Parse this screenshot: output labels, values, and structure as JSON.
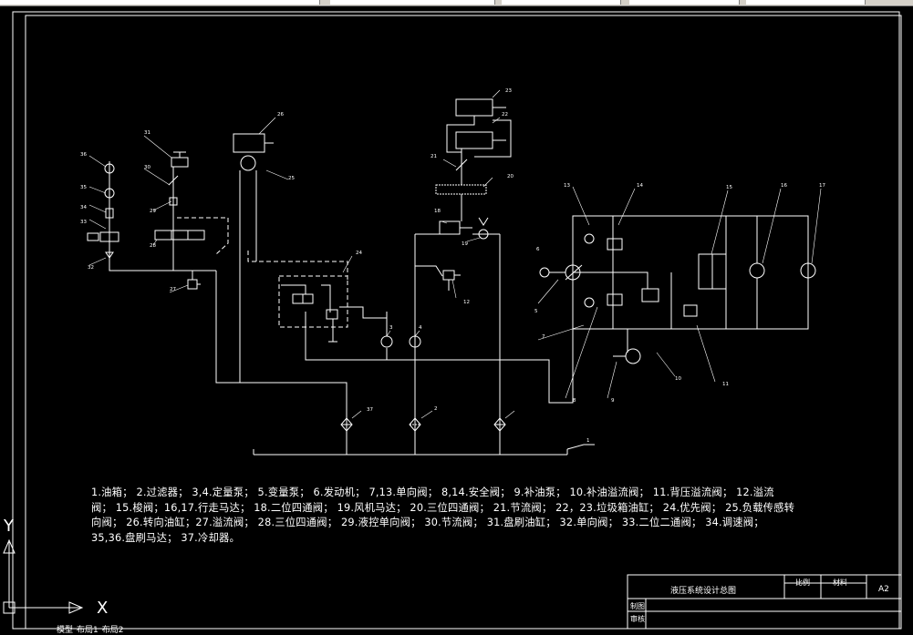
{
  "drawing": {
    "title_block": {
      "title": "液压系统设计总图",
      "scale_label": "比例",
      "material_label": "材料",
      "sheet_size": "A2",
      "drawn_label": "制图",
      "review_label": "审核"
    },
    "legend_lines": [
      "1.油箱；  2.过滤器；  3,4.定量泵；  5.变量泵；  6.发动机；   7,13.单向阀；  8,14.安全阀；  9.补油泵；   10.补油溢流阀；   11.背压溢流阀；   12.溢流",
      "阀；  15.梭阀；16,17.行走马达；   18.二位四通阀；   19.风机马达；   20.三位四通阀；   21.节流阀；   22，23.垃圾箱油缸；   24.优先阀；   25.负载传感转",
      "向阀；  26.转向油缸；27.溢流阀；   28.三位四通阀；   29.液控单向阀；   30.节流阀；   31.盘刷油缸；   32.单向阀；   33.二位二通阀；   34.调速阀；",
      "35,36.盘刷马达；   37.冷却器。"
    ],
    "ucs_labels": {
      "x": "X",
      "y": "Y"
    },
    "layout_tabs": [
      "模型",
      "布局1",
      "布局2"
    ],
    "callouts": [
      "1",
      "2",
      "3",
      "4",
      "5",
      "6",
      "7",
      "8",
      "9",
      "10",
      "11",
      "12",
      "13",
      "14",
      "15",
      "16",
      "17",
      "18",
      "19",
      "20",
      "21",
      "22",
      "23",
      "24",
      "25",
      "26",
      "27",
      "28",
      "29",
      "30",
      "31",
      "32",
      "33",
      "34",
      "35",
      "36",
      "37"
    ]
  }
}
